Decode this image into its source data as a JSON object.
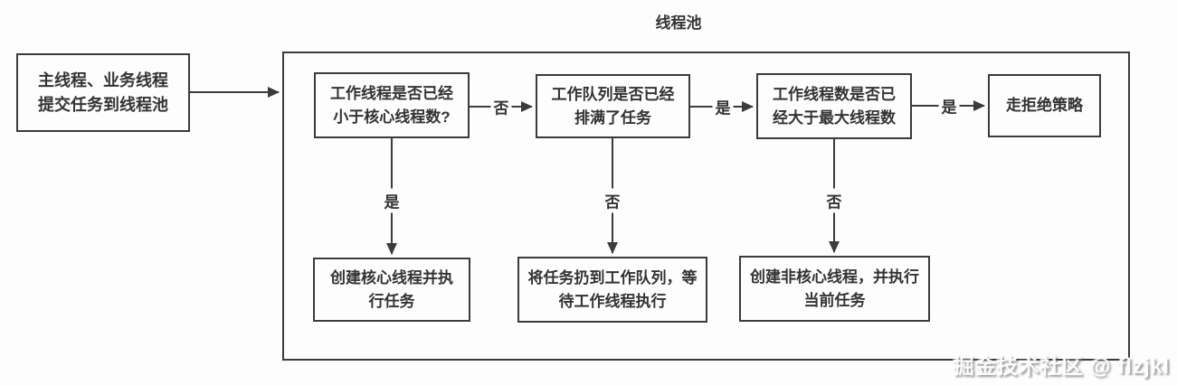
{
  "title": "线程池",
  "watermark": "掘金技术社区 @ flzjkl",
  "colors": {
    "line": "#3b3b3b",
    "text": "#333333",
    "background": "#fdfdfd"
  },
  "start_box": {
    "text": "主线程、业务线程\n提交任务到线程池"
  },
  "decisions": [
    {
      "text": "工作线程是否已经\n小于核心线程数?",
      "right_label": "否",
      "down_label": "是"
    },
    {
      "text": "工作队列是否已经\n排满了任务",
      "right_label": "是",
      "down_label": "否"
    },
    {
      "text": "工作线程数是否已\n经大于最大线程数",
      "right_label": "是",
      "down_label": "否"
    }
  ],
  "reject_box": {
    "text": "走拒绝策略"
  },
  "actions": [
    {
      "text": "创建核心线程并执\n行任务"
    },
    {
      "text": "将任务扔到工作队列，等\n待工作线程执行"
    },
    {
      "text": "创建非核心线程，并执行\n当前任务"
    }
  ]
}
